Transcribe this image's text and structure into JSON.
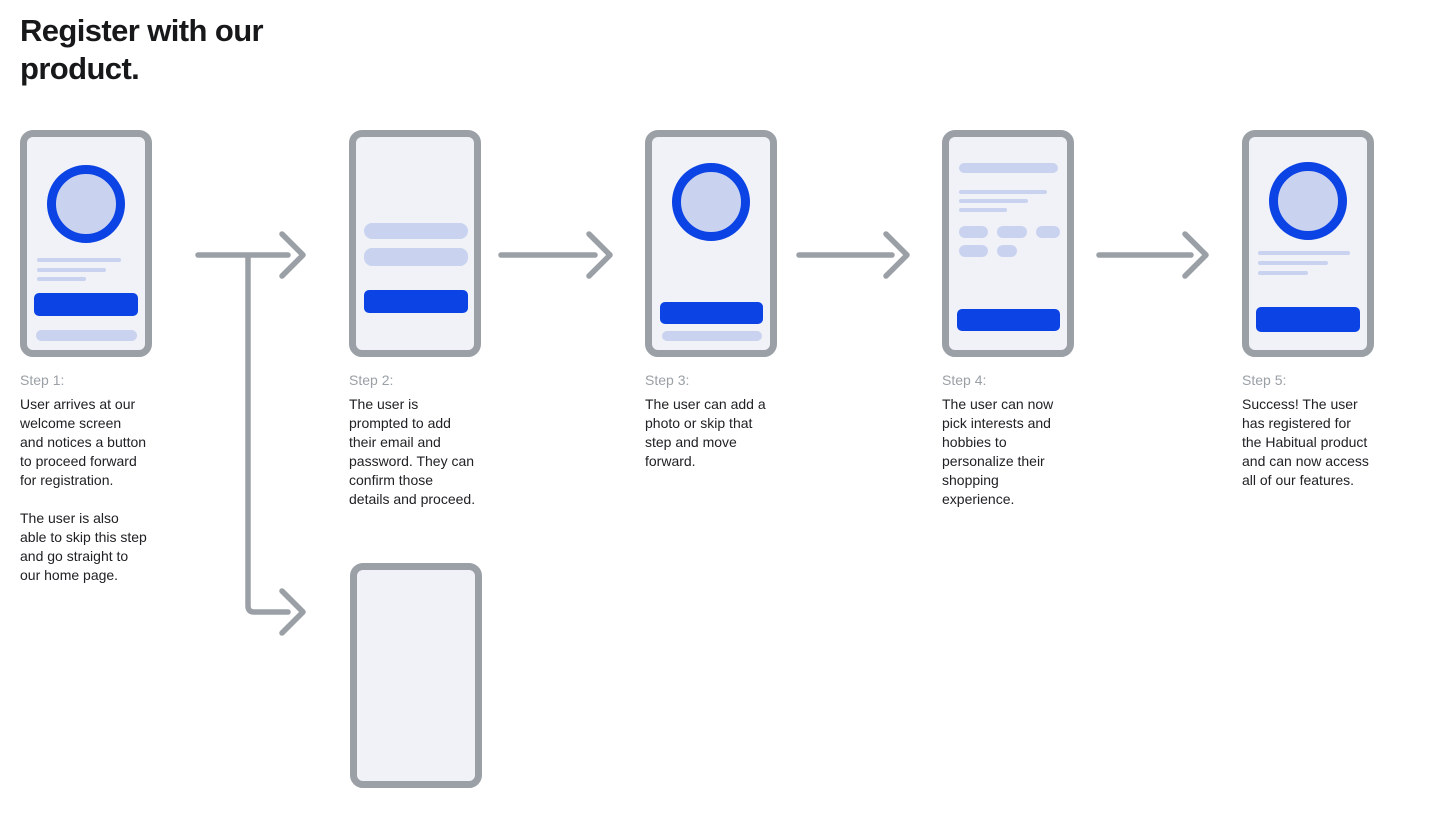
{
  "title": "Register with our product.",
  "steps": [
    {
      "label": "Step 1:",
      "description": "User arrives at our welcome screen and notices a button to proceed forward for registration.",
      "description2": "The user is also able to skip this step and go straight to our home page."
    },
    {
      "label": "Step 2:",
      "description": "The user is prompted to add their email and password. They can confirm those details and proceed."
    },
    {
      "label": "Step 3:",
      "description": "The user can add a photo or skip that step and move forward."
    },
    {
      "label": "Step 4:",
      "description": "The user can now pick interests and hobbies to personalize their shopping experience."
    },
    {
      "label": "Step 5:",
      "description": "Success! The user has registered for the Habitual product and can now access all of our features."
    }
  ],
  "colors": {
    "accent_blue": "#0B43E5",
    "light_blue": "#C9D3F0",
    "frame_gray": "#9AA0A6",
    "screen_bg": "#F0F2F7",
    "label_gray": "#9AA0A6",
    "body_text": "#202124",
    "title_text": "#17181A",
    "page_bg": "#FFFFFF"
  }
}
